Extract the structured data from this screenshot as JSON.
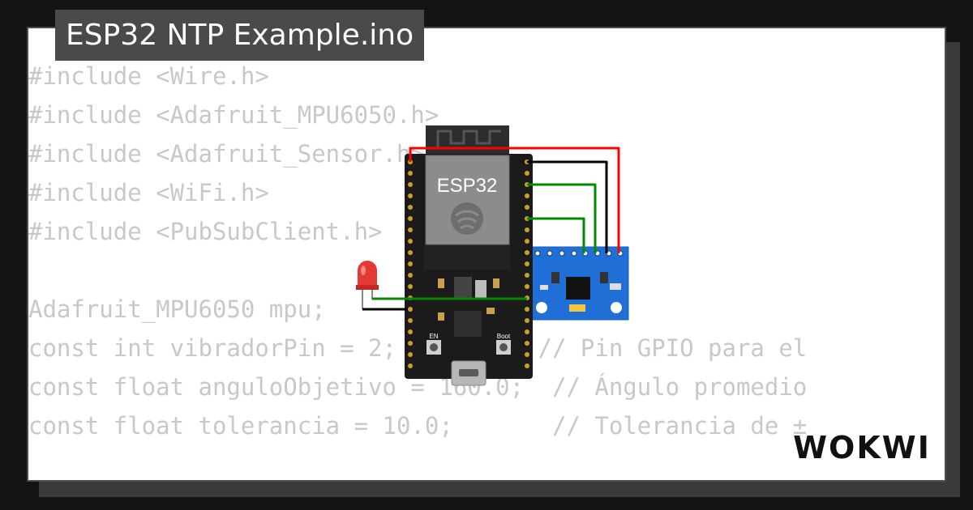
{
  "window": {
    "title": "ESP32 NTP Example.ino"
  },
  "code": {
    "lines": [
      "#include <Wire.h>",
      "#include <Adafruit_MPU6050.h>",
      "#include <Adafruit_Sensor.h>",
      "#include <WiFi.h>",
      "#include <PubSubClient.h>",
      "",
      "Adafruit_MPU6050 mpu;",
      "const int vibradorPin = 2;          // Pin GPIO para el",
      "const float anguloObjetivo = 160.0;  // Ángulo promedio",
      "const float tolerancia = 10.0;       // Tolerancia de ±"
    ]
  },
  "esp32": {
    "chip_label": "ESP32",
    "en_label": "EN",
    "boot_label": "Boot"
  },
  "logo": {
    "text": "WOKWI"
  },
  "colors": {
    "background": "#141414",
    "card": "#ffffff",
    "title_bg": "#4a4a4a",
    "code_text": "#c8c8c8",
    "board": "#1b1b1b",
    "sensor": "#1f6fd6",
    "led": "#e53935",
    "wire_red": "#ff0000",
    "wire_black": "#000000",
    "wire_green": "#008a00"
  }
}
